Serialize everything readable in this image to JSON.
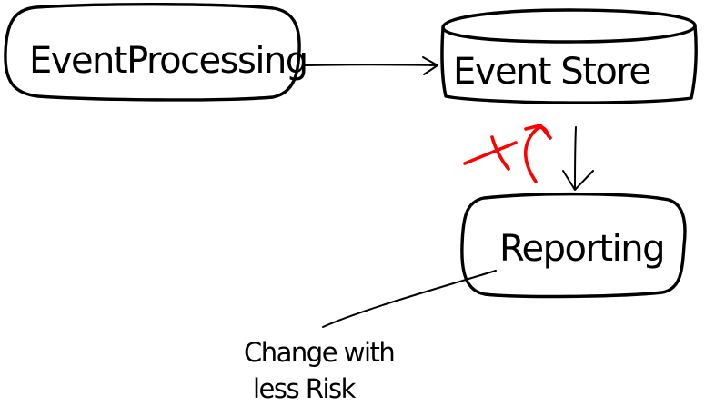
{
  "nodes": {
    "event_processing": {
      "label": "EventProcessing"
    },
    "event_store": {
      "label": "Event Store"
    },
    "reporting": {
      "label": "Reporting"
    }
  },
  "annotation": {
    "line1": "Change with",
    "line2": "less Risk"
  },
  "colors": {
    "ink": "#000000",
    "blocked_arrow": "#ff0000",
    "background": "#ffffff"
  }
}
